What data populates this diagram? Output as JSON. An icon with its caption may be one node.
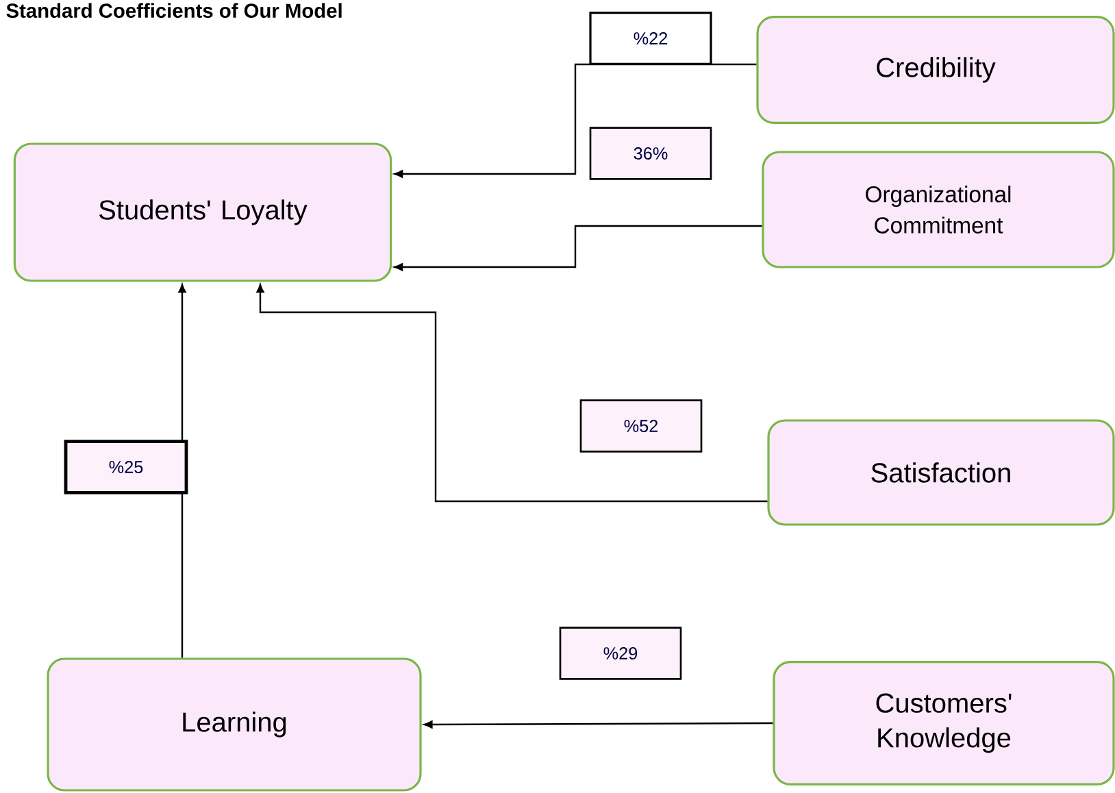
{
  "diagram": {
    "title": "Standard Coefficients of Our Model",
    "nodes": [
      {
        "text": [
          "Students' Loyalty"
        ]
      },
      {
        "text": [
          "Credibility"
        ]
      },
      {
        "text": [
          "Organizational Commitment"
        ]
      },
      {
        "text": [
          "Satisfaction"
        ]
      },
      {
        "text": [
          "Learning"
        ]
      },
      {
        "text": [
          "Customers' Knowledge"
        ]
      }
    ],
    "edges": [
      {
        "from": 1,
        "to": 0,
        "arrow": "to",
        "label": "%22"
      },
      {
        "from": 2,
        "to": 0,
        "arrow": "to",
        "label": "36%"
      },
      {
        "from": 3,
        "to": 0,
        "arrow": "to",
        "label": "%52"
      },
      {
        "from": 4,
        "to": 0,
        "arrow": "to",
        "label": "%25"
      },
      {
        "from": 5,
        "to": 4,
        "arrow": "to",
        "label": "%29"
      }
    ]
  }
}
